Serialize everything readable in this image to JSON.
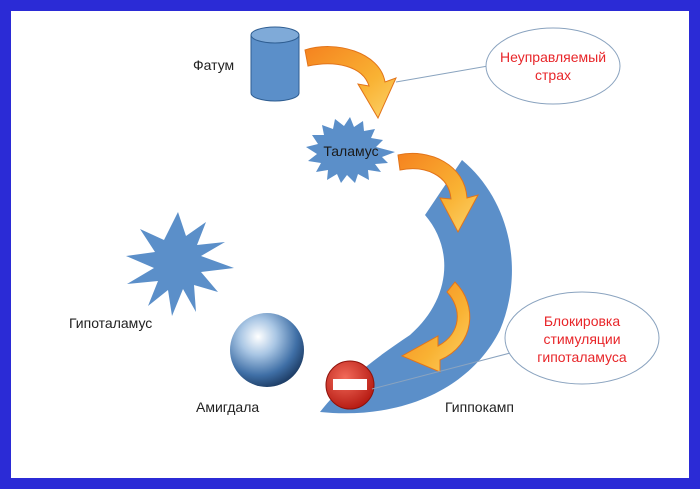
{
  "labels": {
    "fatum": "Фатум",
    "thalamus": "Таламус",
    "hypothalamus": "Гипоталамус",
    "amygdala": "Амигдала",
    "hippocampus": "Гиппокамп"
  },
  "callouts": {
    "fear": [
      "Неуправляемый",
      "страх"
    ],
    "block": [
      "Блокировка",
      "стимуляции",
      "гипоталамуса"
    ]
  },
  "colors": {
    "frame": "#2b2bd6",
    "shape_blue": "#5b8fc9",
    "arrow_orange": "#f7a21b",
    "callout_text": "#e8262a",
    "stop_red": "#d9261c"
  },
  "icons": {
    "fatum": "cylinder-icon",
    "thalamus": "burst-icon",
    "hypothalamus": "star-icon",
    "amygdala": "sphere-icon",
    "block": "no-entry-icon"
  }
}
